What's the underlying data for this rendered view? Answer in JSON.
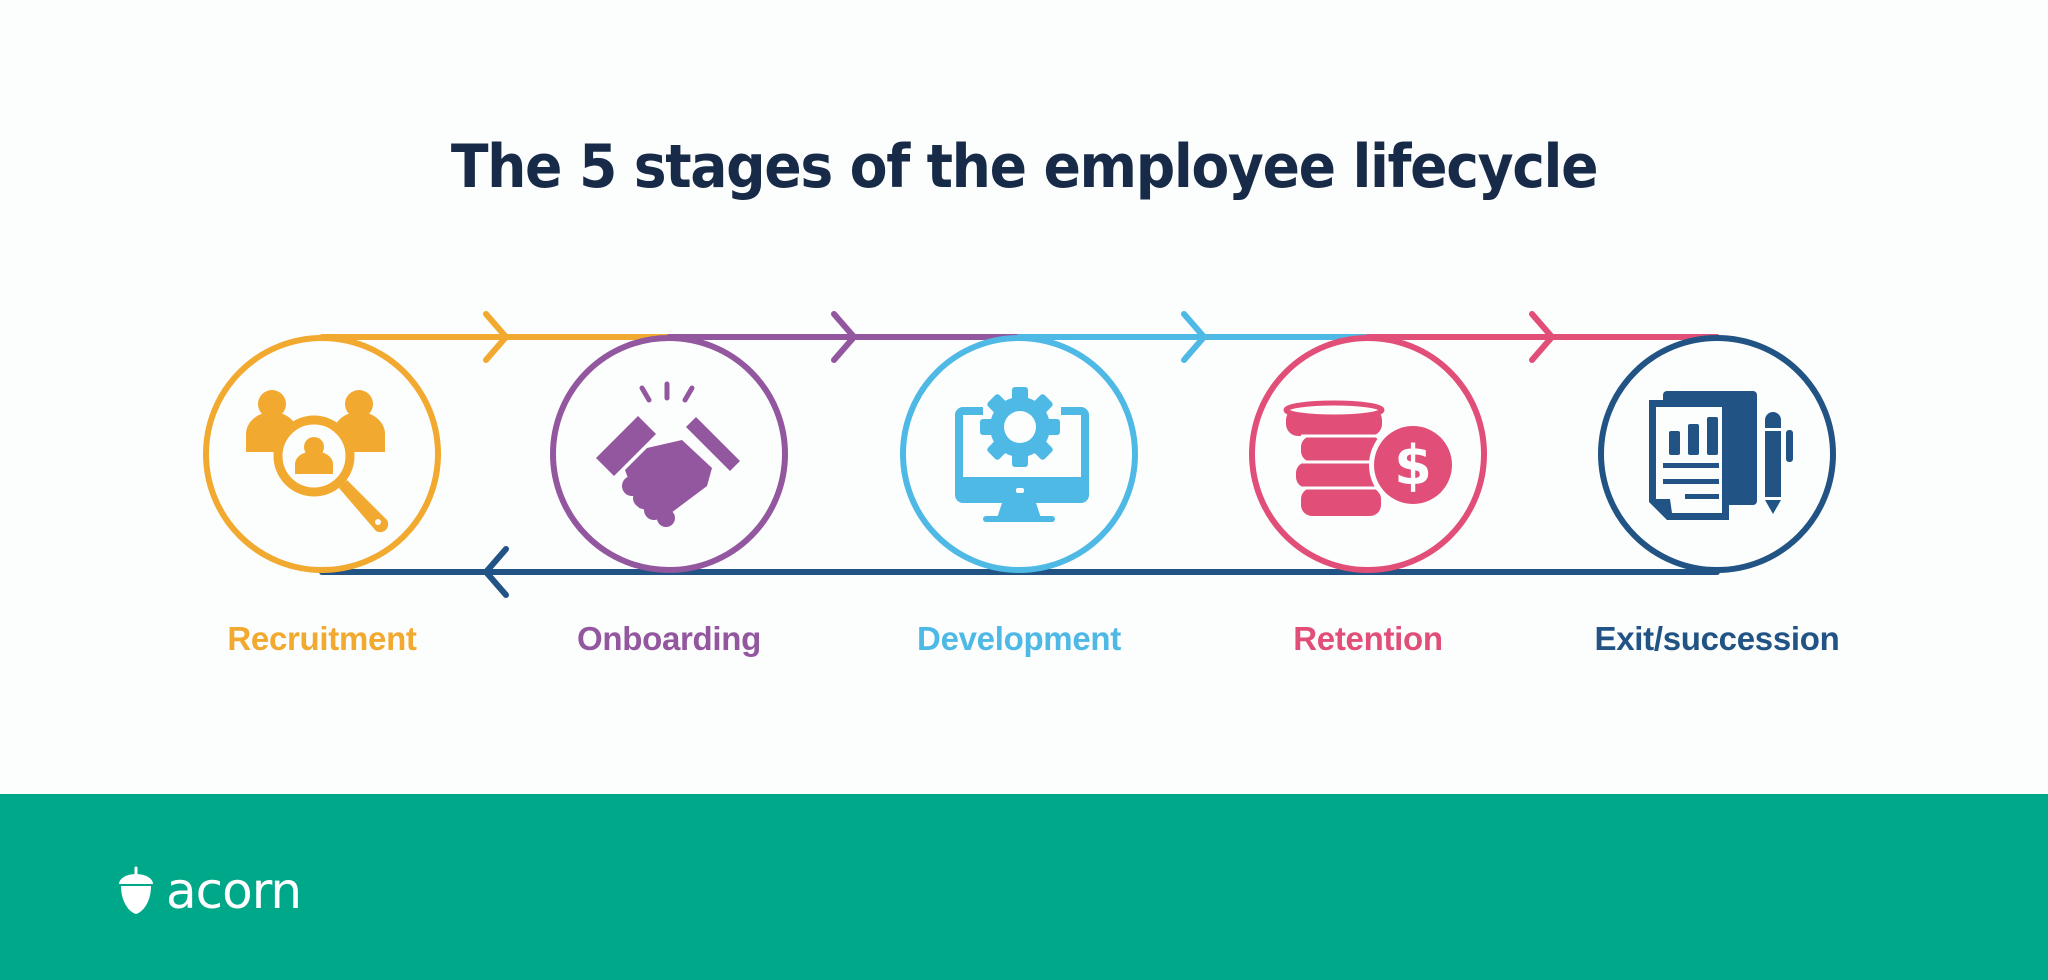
{
  "title": "The 5 stages of the employee lifecycle",
  "colors": {
    "recruitment": "#f2a92f",
    "onboarding": "#92579e",
    "development": "#4fb9e6",
    "retention": "#e14f78",
    "exit": "#215485",
    "title": "#172a48",
    "footer": "#00a88a"
  },
  "stages": [
    {
      "label": "Recruitment",
      "icon": "recruitment-magnifier-people-icon",
      "color": "#f2a92f"
    },
    {
      "label": "Onboarding",
      "icon": "handshake-icon",
      "color": "#92579e"
    },
    {
      "label": "Development",
      "icon": "monitor-gear-icon",
      "color": "#4fb9e6"
    },
    {
      "label": "Retention",
      "icon": "coins-dollar-icon",
      "color": "#e14f78"
    },
    {
      "label": "Exit/succession",
      "icon": "report-pen-icon",
      "color": "#215485"
    }
  ],
  "flow": {
    "top_direction": "right",
    "bottom_direction": "left"
  },
  "footer": {
    "brand": "acorn",
    "logo_icon": "acorn-icon"
  }
}
